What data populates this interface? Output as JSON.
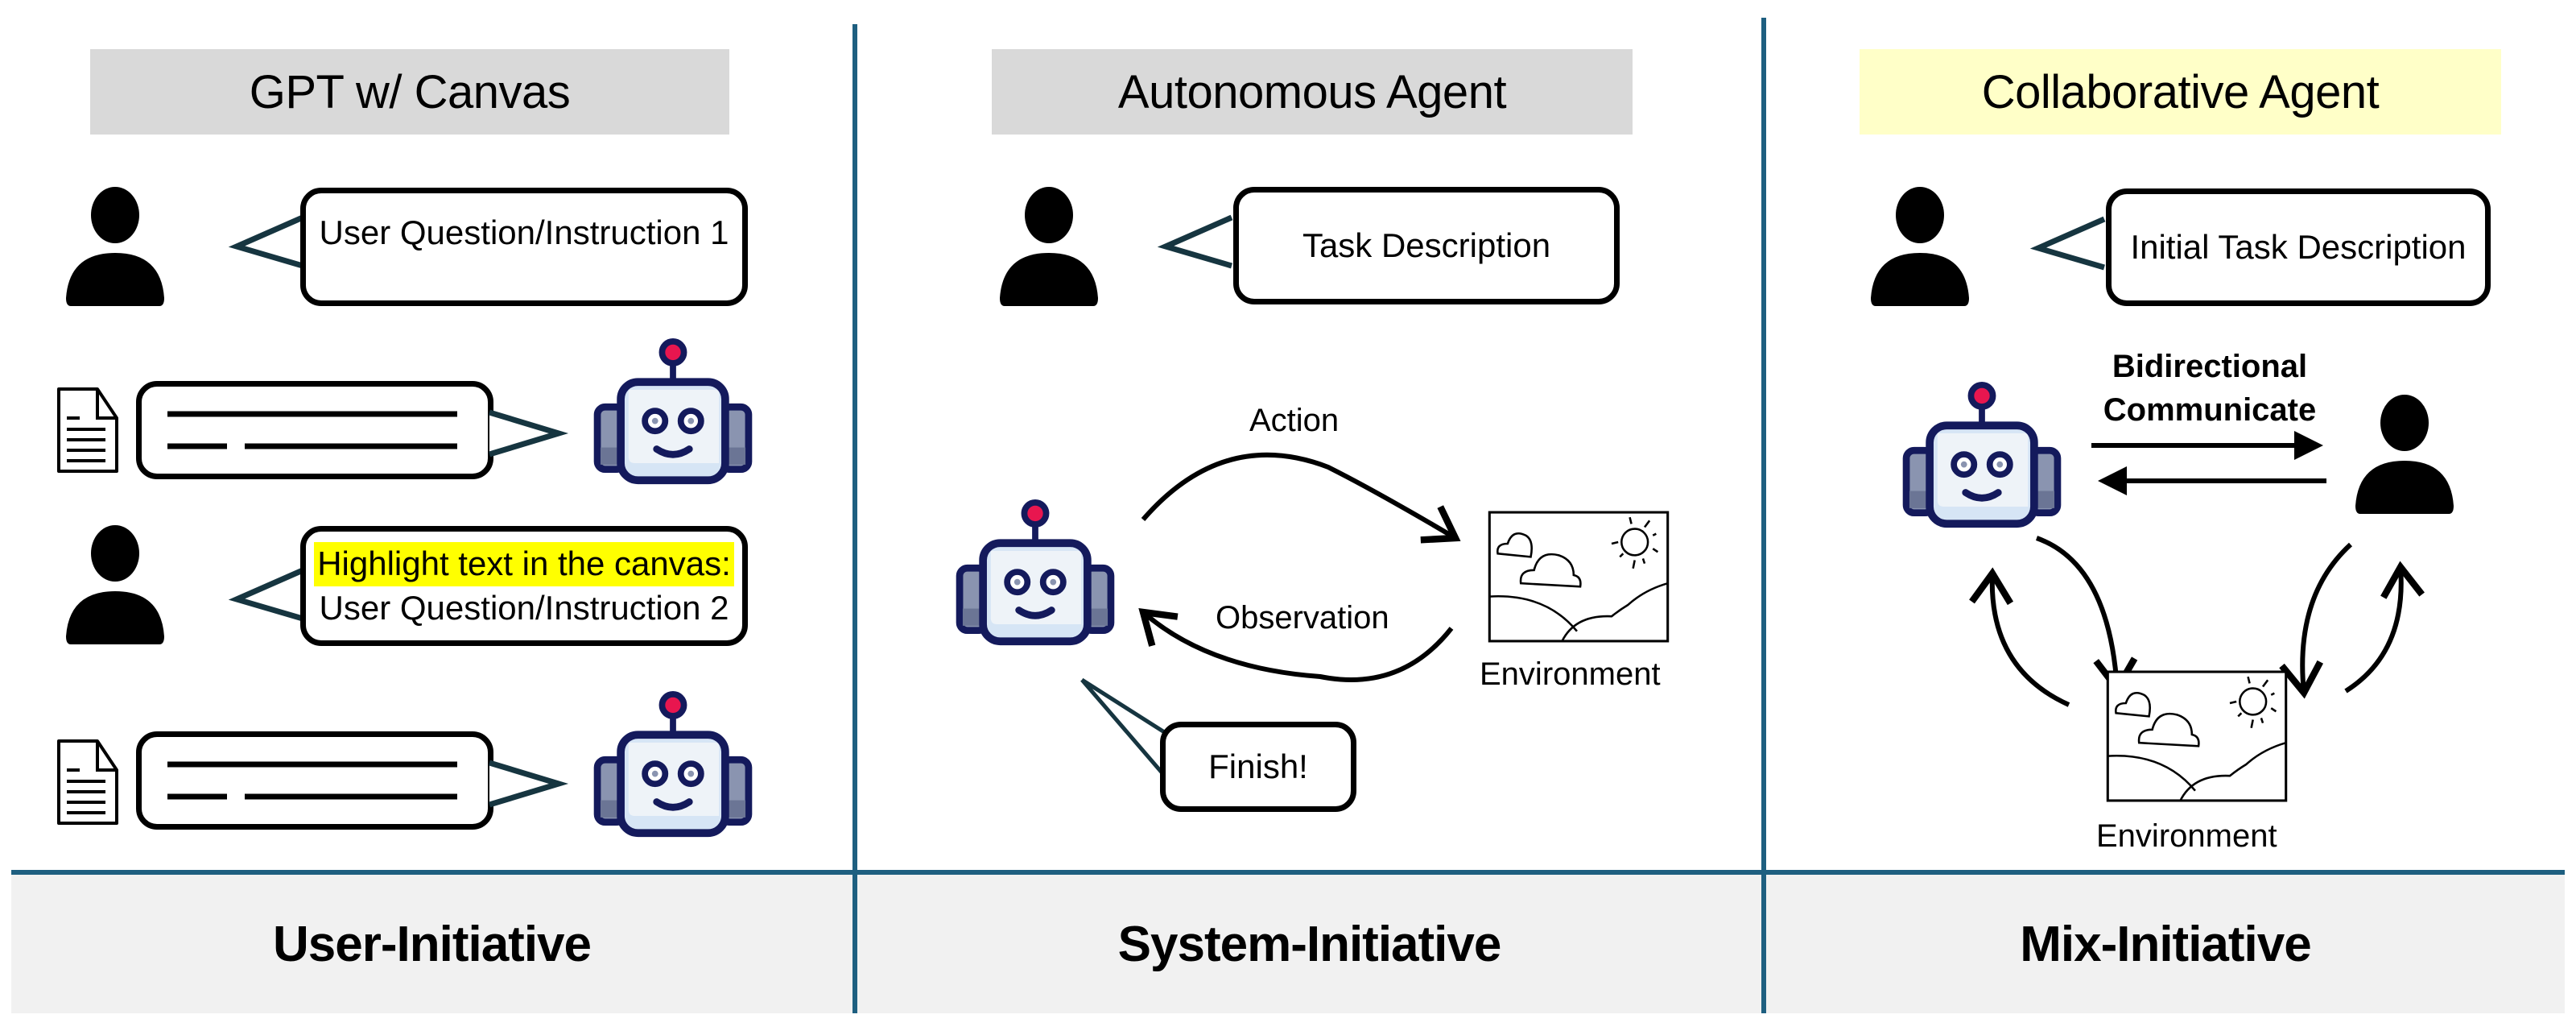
{
  "colors": {
    "divider": "#1e5f80",
    "title_gray": "#d9d9d9",
    "title_yellow": "#ffffc8",
    "band": "#f1f1f1",
    "highlight": "#ffff00",
    "robot_outline": "#141a5c",
    "robot_face": "#eef3f8",
    "robot_ear": "#8a94b0",
    "robot_antenna": "#e8164f"
  },
  "panels": [
    {
      "title": "GPT w/ Canvas",
      "footer": "User-Initiative",
      "user_message_1": "User Question/Instruction 1",
      "user_message_2_highlight": "Highlight text in the canvas:",
      "user_message_2": "User Question/Instruction 2",
      "icons": [
        "user-icon",
        "document-icon",
        "robot-icon"
      ]
    },
    {
      "title": "Autonomous Agent",
      "footer": "System-Initiative",
      "user_message": "Task Description",
      "action_label": "Action",
      "observation_label": "Observation",
      "environment_label": "Environment",
      "robot_message": "Finish!",
      "icons": [
        "user-icon",
        "robot-icon",
        "environment-icon"
      ]
    },
    {
      "title": "Collaborative Agent",
      "footer": "Mix-Initiative",
      "user_message": "Initial Task Description",
      "communicate_label_line1": "Bidirectional",
      "communicate_label_line2": "Communicate",
      "environment_label": "Environment",
      "icons": [
        "robot-icon",
        "user-icon",
        "environment-icon"
      ]
    }
  ]
}
